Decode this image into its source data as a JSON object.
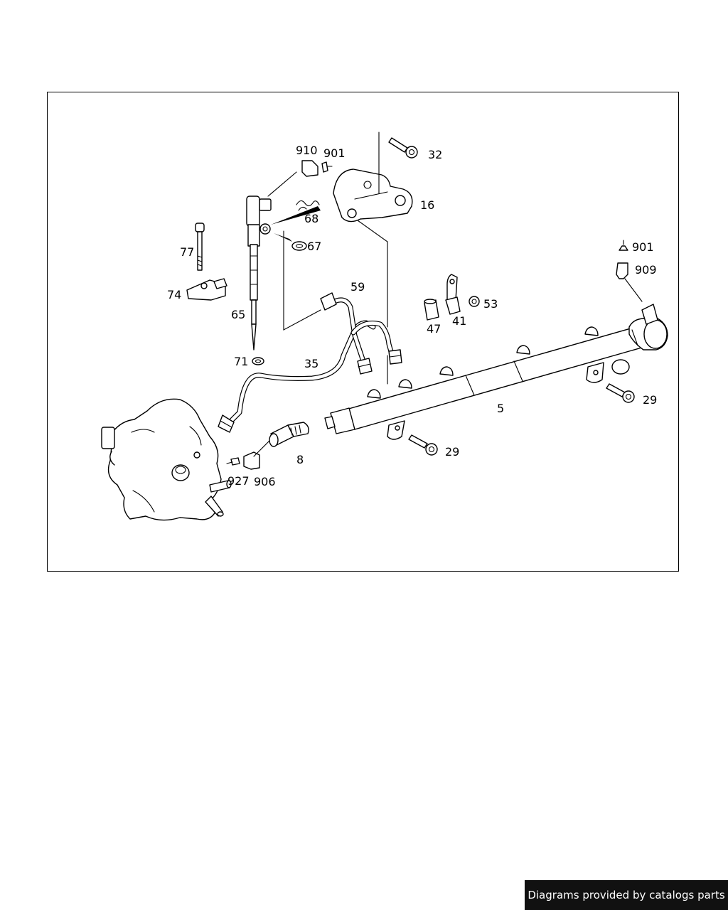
{
  "diagram": {
    "part_labels": {
      "p910": "910",
      "p901a": "901",
      "p32": "32",
      "p16": "16",
      "p68": "68",
      "p67": "67",
      "p77": "77",
      "p74": "74",
      "p65": "65",
      "p59": "59",
      "p71": "71",
      "p35": "35",
      "p47": "47",
      "p41": "41",
      "p53": "53",
      "p901b": "901",
      "p909": "909",
      "p5": "5",
      "p29a": "29",
      "p29b": "29",
      "p8": "8",
      "p927": "927",
      "p906": "906"
    }
  },
  "footer": {
    "credit": "Diagrams provided by catalogs parts"
  }
}
